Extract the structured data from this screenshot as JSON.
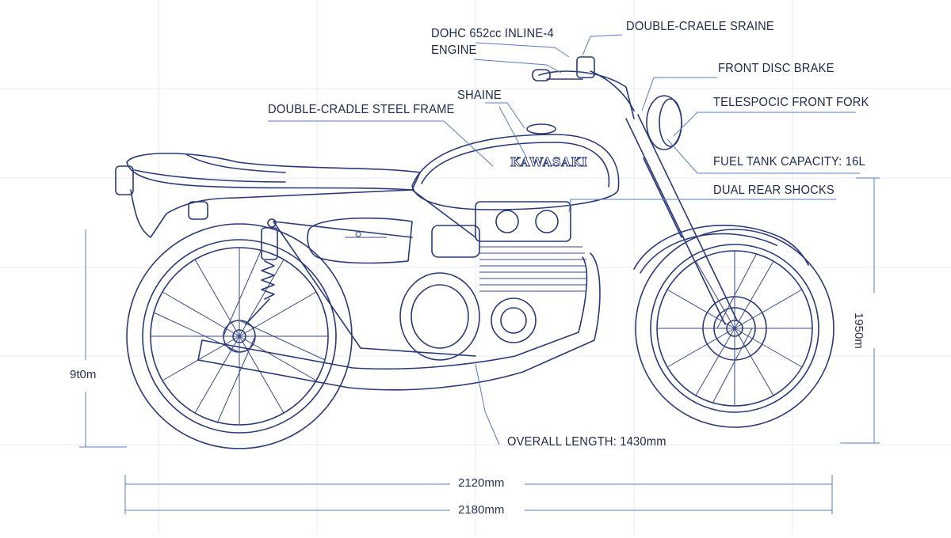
{
  "diagram": {
    "brand_badge": "KAWASAKI",
    "callouts": {
      "engine_line1": "DOHC 652cc INLINE-4",
      "engine_line2": "ENGINE",
      "double_cradle_top": "DOUBLE-CRAELE SRAINE",
      "front_disc_brake": "FRONT DISC BRAKE",
      "telescopic_fork": "TELESPOCIC FRONT FORK",
      "fuel_tank_capacity": "FUEL TANK CAPACITY: 16L",
      "dual_rear_shocks": "DUAL REAR SHOCKS",
      "shaine": "SHAINE",
      "steel_frame": "DOUBLE-CRADLE STEEL FRAME",
      "overall_length": "OVERALL LENGTH: 1430mm"
    },
    "dimensions": {
      "length_upper": "2120mm",
      "length_lower": "2180mm",
      "height_left": "9t0m",
      "height_right": "1950m"
    }
  }
}
